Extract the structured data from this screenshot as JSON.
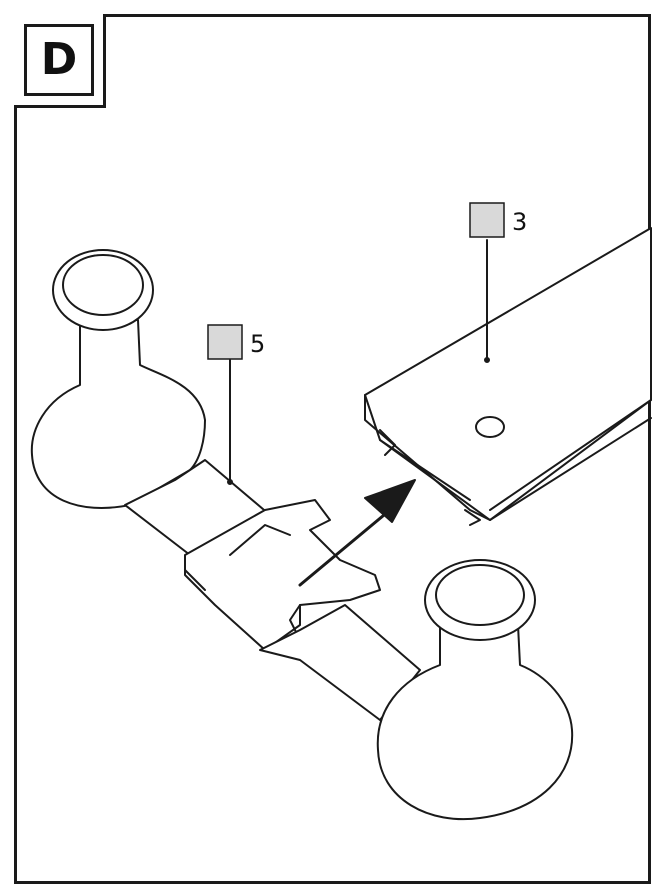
{
  "step": {
    "letter": "D"
  },
  "callouts": [
    {
      "id": "3"
    },
    {
      "id": "5"
    }
  ],
  "colors": {
    "line": "#1a1a1a",
    "callout_fill": "#d9d9d9"
  }
}
